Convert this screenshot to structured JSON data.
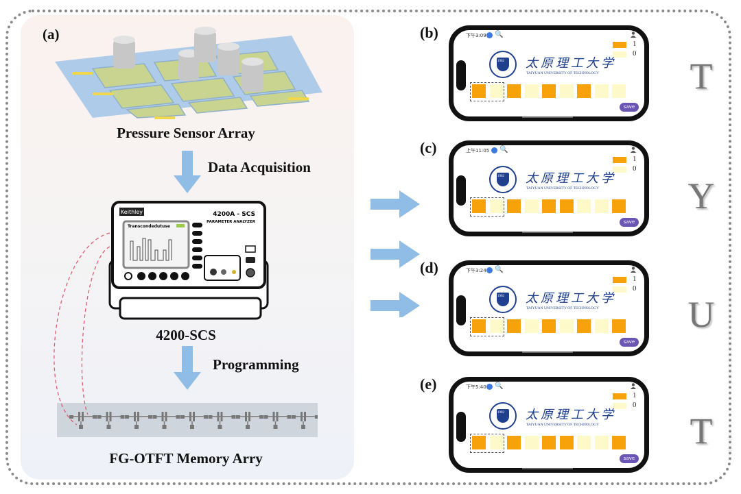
{
  "panel_a": {
    "label": "(a)",
    "sensor_caption": "Pressure Sensor Array",
    "step1": "Data Acquisition",
    "instrument_brand": "Keithley",
    "instrument_model": "4200A - SCS",
    "instrument_subtitle": "PARAMETER ANALYZER",
    "instrument_screen_title": "Transcondedutuse",
    "instrument_caption": "4200-SCS",
    "step2": "Programming",
    "memory_caption": "FG-OTFT Memory Arry"
  },
  "colors": {
    "bit_1": "#f7a20a",
    "bit_0": "#fdf9c8",
    "save": "#6a54b4",
    "arrow": "#8fbde6",
    "link": "#e05a70"
  },
  "phones": [
    {
      "label": "(b)",
      "time": "下午3:09",
      "bits": [
        1,
        0,
        1,
        0,
        1,
        0,
        1,
        0,
        0
      ],
      "letter": "T"
    },
    {
      "label": "(c)",
      "time": "上午11:05",
      "bits": [
        1,
        0,
        1,
        0,
        1,
        1,
        0,
        0,
        1
      ],
      "letter": "Y"
    },
    {
      "label": "(d)",
      "time": "下午3:24",
      "bits": [
        1,
        0,
        1,
        0,
        1,
        0,
        1,
        0,
        1
      ],
      "letter": "U"
    },
    {
      "label": "(e)",
      "time": "下午5:40",
      "bits": [
        1,
        0,
        1,
        0,
        1,
        1,
        0,
        0,
        1
      ],
      "letter": "T"
    }
  ],
  "phone_ui": {
    "legend_1": "1",
    "legend_0": "0",
    "university_cn": "太原理工大学",
    "university_en": "TAIYUAN UNIVERSITY OF TECHNOLOGY",
    "seal_year": "1902",
    "save_label": "save",
    "search_icon": "🔍"
  }
}
